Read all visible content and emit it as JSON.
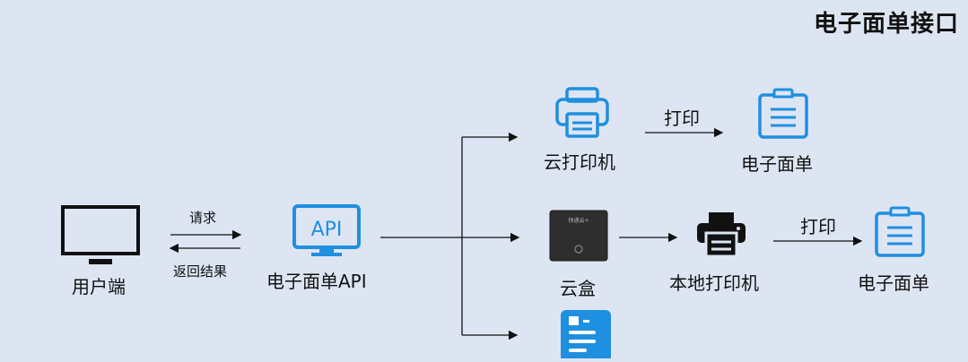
{
  "title": "电子面单接口",
  "nodes": {
    "client": "用户端",
    "api": "电子面单API",
    "api_icon_text": "API",
    "cloud_printer": "云打印机",
    "cloud_box": "云盒",
    "cloud_box_brand": "快递云+",
    "local_printer": "本地打印机",
    "waybill_top": "电子面单",
    "waybill_mid": "电子面单"
  },
  "edges": {
    "request": "请求",
    "response": "返回结果",
    "print_top": "打印",
    "print_mid": "打印"
  },
  "colors": {
    "accent": "#1f8fe0",
    "line": "#111111",
    "background": "#dde5f3"
  },
  "icons": [
    "monitor-icon",
    "api-monitor-icon",
    "cloud-printer-icon",
    "document-icon",
    "cloud-box-icon",
    "local-printer-icon",
    "waybill-app-icon"
  ]
}
